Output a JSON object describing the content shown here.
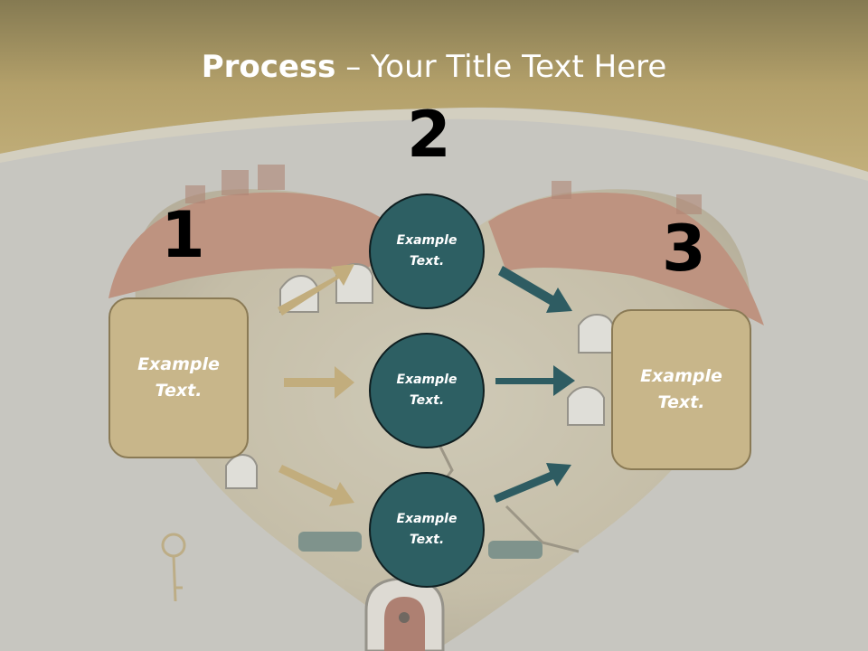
{
  "slide": {
    "title_bold": "Process",
    "title_rest": " – Your Title Text Here",
    "steps": {
      "one": "1",
      "two": "2",
      "three": "3"
    },
    "left_box": "Example\nText.",
    "right_box": "Example\nText.",
    "circles": [
      "Example\nText.",
      "Example\nText.",
      "Example\nText."
    ]
  },
  "colors": {
    "header_gold": "#b5a36a",
    "box_fill": "#c8b68a",
    "circle_fill": "#2d5f63",
    "arrow_tan": "#c2ad7d",
    "arrow_teal": "#2e5c62"
  }
}
